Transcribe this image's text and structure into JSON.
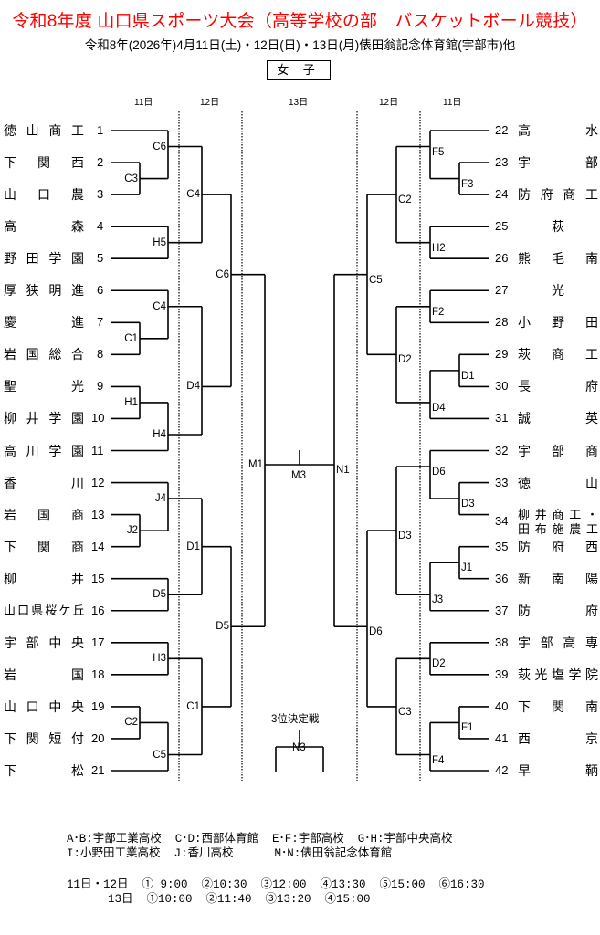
{
  "header": {
    "title": "令和8年度 山口県スポーツ大会（高等学校の部　バスケットボール競技）",
    "subtitle": "令和8年(2026年)4月11日(土)・12日(日)・13日(月)俵田翁記念体育館(宇部市)他",
    "division": "女 子"
  },
  "day_labels": [
    "11日",
    "12日",
    "13日",
    "12日",
    "11日"
  ],
  "left_teams": [
    {
      "num": "1",
      "name": [
        "徳",
        "山",
        "商",
        "工"
      ]
    },
    {
      "num": "2",
      "name": [
        "下",
        "関",
        "西"
      ]
    },
    {
      "num": "3",
      "name": [
        "山",
        "口",
        "農"
      ]
    },
    {
      "num": "4",
      "name": [
        "高",
        "森"
      ]
    },
    {
      "num": "5",
      "name": [
        "野",
        "田",
        "学",
        "園"
      ]
    },
    {
      "num": "6",
      "name": [
        "厚",
        "狭",
        "明",
        "進"
      ]
    },
    {
      "num": "7",
      "name": [
        "慶",
        "進"
      ]
    },
    {
      "num": "8",
      "name": [
        "岩",
        "国",
        "総",
        "合"
      ]
    },
    {
      "num": "9",
      "name": [
        "聖",
        "光"
      ]
    },
    {
      "num": "10",
      "name": [
        "柳",
        "井",
        "学",
        "園"
      ]
    },
    {
      "num": "11",
      "name": [
        "高",
        "川",
        "学",
        "園"
      ]
    },
    {
      "num": "12",
      "name": [
        "香",
        "川"
      ]
    },
    {
      "num": "13",
      "name": [
        "岩",
        "国",
        "商"
      ]
    },
    {
      "num": "14",
      "name": [
        "下",
        "関",
        "商"
      ]
    },
    {
      "num": "15",
      "name": [
        "柳",
        "井"
      ]
    },
    {
      "num": "16",
      "name": [
        "山",
        "口",
        "県",
        "桜",
        "ケ",
        "丘"
      ]
    },
    {
      "num": "17",
      "name": [
        "宇",
        "部",
        "中",
        "央"
      ]
    },
    {
      "num": "18",
      "name": [
        "岩",
        "国"
      ]
    },
    {
      "num": "19",
      "name": [
        "山",
        "口",
        "中",
        "央"
      ]
    },
    {
      "num": "20",
      "name": [
        "下",
        "関",
        "短",
        "付"
      ]
    },
    {
      "num": "21",
      "name": [
        "下",
        "松"
      ]
    }
  ],
  "right_teams": [
    {
      "num": "22",
      "name": [
        "高",
        "水"
      ]
    },
    {
      "num": "23",
      "name": [
        "宇",
        "部"
      ]
    },
    {
      "num": "24",
      "name": [
        "防",
        "府",
        "商",
        "工"
      ]
    },
    {
      "num": "25",
      "name": [
        "萩"
      ]
    },
    {
      "num": "26",
      "name": [
        "熊",
        "毛",
        "南"
      ]
    },
    {
      "num": "27",
      "name": [
        "光"
      ]
    },
    {
      "num": "28",
      "name": [
        "小",
        "野",
        "田"
      ]
    },
    {
      "num": "29",
      "name": [
        "萩",
        "商",
        "工"
      ]
    },
    {
      "num": "30",
      "name": [
        "長",
        "府"
      ]
    },
    {
      "num": "31",
      "name": [
        "誠",
        "英"
      ]
    },
    {
      "num": "32",
      "name": [
        "宇",
        "部",
        "商"
      ]
    },
    {
      "num": "33",
      "name": [
        "徳",
        "山"
      ]
    },
    {
      "num": "34",
      "name": [
        "柳",
        "井",
        "商",
        "工",
        "・"
      ],
      "name2": [
        "田",
        "布",
        "施",
        "農",
        "工"
      ]
    },
    {
      "num": "35",
      "name": [
        "防",
        "府",
        "西"
      ]
    },
    {
      "num": "36",
      "name": [
        "新",
        "南",
        "陽"
      ]
    },
    {
      "num": "37",
      "name": [
        "防",
        "府"
      ]
    },
    {
      "num": "38",
      "name": [
        "宇",
        "部",
        "高",
        "専"
      ]
    },
    {
      "num": "39",
      "name": [
        "萩",
        "光",
        "塩",
        "学",
        "院"
      ]
    },
    {
      "num": "40",
      "name": [
        "下",
        "関",
        "南"
      ]
    },
    {
      "num": "41",
      "name": [
        "西",
        "京"
      ]
    },
    {
      "num": "42",
      "name": [
        "早",
        "鞆"
      ]
    }
  ],
  "matches": {
    "left": [
      {
        "id": "L-C3",
        "label": "C3"
      },
      {
        "id": "L-C6a",
        "label": "C6"
      },
      {
        "id": "L-H5",
        "label": "H5"
      },
      {
        "id": "L-C4a",
        "label": "C4"
      },
      {
        "id": "L-C1",
        "label": "C1"
      },
      {
        "id": "L-C4b",
        "label": "C4"
      },
      {
        "id": "L-H1",
        "label": "H1"
      },
      {
        "id": "L-H4",
        "label": "H4"
      },
      {
        "id": "L-D4",
        "label": "D4"
      },
      {
        "id": "L-C6b",
        "label": "C6"
      },
      {
        "id": "L-J2",
        "label": "J2"
      },
      {
        "id": "L-J4",
        "label": "J4"
      },
      {
        "id": "L-D5a",
        "label": "D5"
      },
      {
        "id": "L-D1",
        "label": "D1"
      },
      {
        "id": "L-H3",
        "label": "H3"
      },
      {
        "id": "L-C2",
        "label": "C2"
      },
      {
        "id": "L-C5",
        "label": "C5"
      },
      {
        "id": "L-C1b",
        "label": "C1"
      },
      {
        "id": "L-D5b",
        "label": "D5"
      },
      {
        "id": "L-M1",
        "label": "M1"
      }
    ],
    "right": [
      {
        "id": "R-F3",
        "label": "F3"
      },
      {
        "id": "R-F5",
        "label": "F5"
      },
      {
        "id": "R-H2",
        "label": "H2"
      },
      {
        "id": "R-C2",
        "label": "C2"
      },
      {
        "id": "R-F2",
        "label": "F2"
      },
      {
        "id": "R-D1",
        "label": "D1"
      },
      {
        "id": "R-D4",
        "label": "D4"
      },
      {
        "id": "R-D2",
        "label": "D2"
      },
      {
        "id": "R-C5",
        "label": "C5"
      },
      {
        "id": "R-D3a",
        "label": "D3"
      },
      {
        "id": "R-D6a",
        "label": "D6"
      },
      {
        "id": "R-J1",
        "label": "J1"
      },
      {
        "id": "R-J3",
        "label": "J3"
      },
      {
        "id": "R-D3b",
        "label": "D3"
      },
      {
        "id": "R-D2b",
        "label": "D2"
      },
      {
        "id": "R-F1",
        "label": "F1"
      },
      {
        "id": "R-F4",
        "label": "F4"
      },
      {
        "id": "R-C3",
        "label": "C3"
      },
      {
        "id": "R-D6b",
        "label": "D6"
      },
      {
        "id": "R-N1",
        "label": "N1"
      }
    ],
    "final": {
      "label": "M3"
    },
    "third_place": {
      "title": "3位決定戦",
      "label": "N3"
    }
  },
  "venues": [
    "A･B:宇部工業高校  C･D:西部体育館  E･F:宇部高校  G･H:宇部中央高校",
    "I:小野田工業高校  J:香川高校      M･N:俵田翁記念体育館"
  ],
  "schedule": [
    "11日・12日  ① 9:00  ②10:30  ③12:00  ④13:30  ⑤15:00  ⑥16:30",
    "      13日  ①10:00  ②11:40  ③13:20  ④15:00"
  ]
}
